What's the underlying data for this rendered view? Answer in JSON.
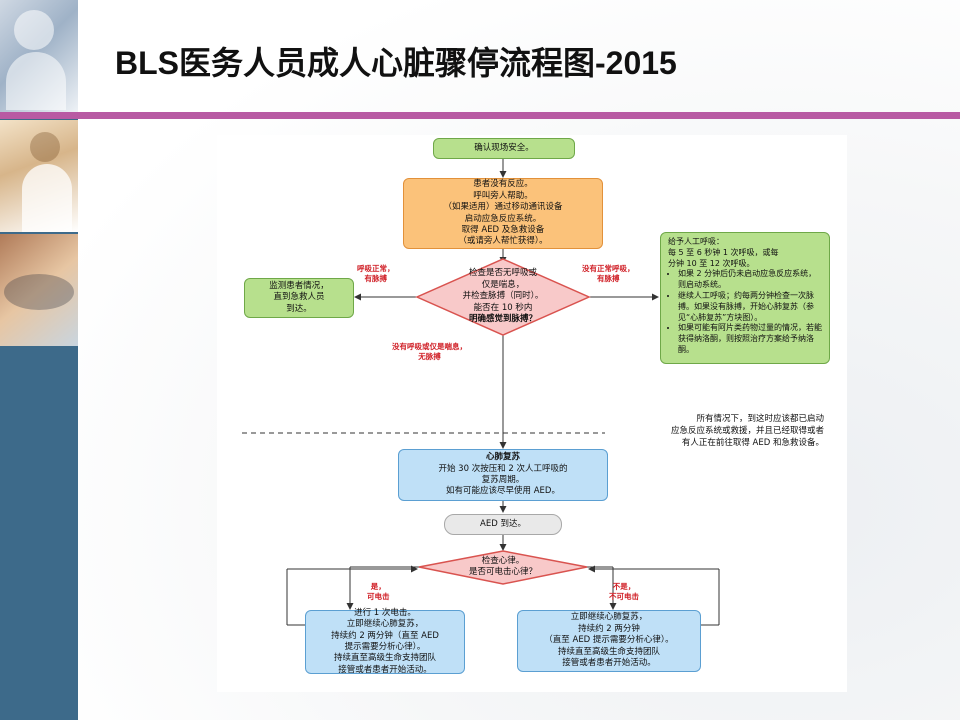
{
  "slide": {
    "title": "BLS医务人员成人心脏骤停流程图-2015",
    "accent_color": "#b85aa3",
    "sidebar_color": "#3d6a8a"
  },
  "flowchart": {
    "scene_safe": "确认现场安全。",
    "assess": [
      "患者没有反应。",
      "呼叫旁人帮助。",
      "（如果适用）通过移动通讯设备",
      "启动应急反应系统。",
      "取得 AED 及急救设备",
      "（或请旁人帮忙获得）。"
    ],
    "check": [
      "检查是否无呼吸或",
      "仅是喘息，",
      "并检查脉搏（同时）。",
      "能否在 10 秒内",
      "明确感觉到脉搏？"
    ],
    "left_branch_label": [
      "呼吸正常，",
      "有脉搏"
    ],
    "monitor": [
      "监测患者情况，",
      "直到急救人员",
      "到达。"
    ],
    "right_branch_label": [
      "没有正常呼吸，",
      "有脉搏"
    ],
    "rescue_breathing": {
      "heading": "给予人工呼吸：",
      "lines": [
        "每 5 至 6 秒钟 1 次呼吸，或每",
        "分钟 10 至 12 次呼吸。"
      ],
      "bullets": [
        "如果 2 分钟后仍未启动应急反应系统，则启动系统。",
        "继续人工呼吸；约每两分钟检查一次脉搏。如果没有脉搏，开始心肺复苏（参见“心肺复苏”方块图）。",
        "如果可能有阿片类药物过量的情况，若能获得纳洛酮，则按照治疗方案给予纳洛酮。"
      ]
    },
    "down_branch_label": [
      "没有呼吸或仅是喘息，",
      "无脉搏"
    ],
    "dashed_note": [
      "所有情况下，到这时应该都已启动",
      "应急反应系统或救援，并且已经取得或者",
      "有人正在前往取得 AED 和急救设备。"
    ],
    "cpr": {
      "heading": "心肺复苏",
      "lines": [
        "开始 30 次按压和 2 次人工呼吸的",
        "复苏周期。",
        "如有可能应该尽早使用 AED。"
      ]
    },
    "aed_arrives": "AED 到达。",
    "rhythm_check": [
      "检查心律。",
      "是否可电击心律？"
    ],
    "shockable_label": [
      "是，",
      "可电击"
    ],
    "nonshockable_label": [
      "不是，",
      "不可电击"
    ],
    "shock": [
      "进行 1 次电击。",
      "立即继续心肺复苏，",
      "持续约 2 两分钟（直至 AED",
      "提示需要分析心律）。",
      "持续直至高级生命支持团队",
      "接管或者患者开始活动。"
    ],
    "no_shock": [
      "立即继续心肺复苏，",
      "持续约 2 两分钟",
      "（直至 AED 提示需要分析心律）。",
      "持续直至高级生命支持团队",
      "接管或者患者开始活动。"
    ]
  }
}
